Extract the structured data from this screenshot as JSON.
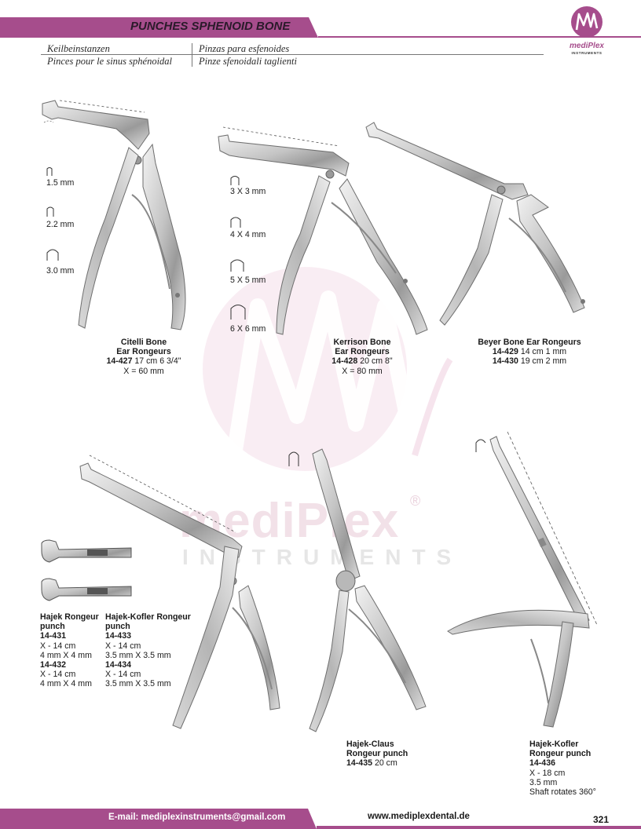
{
  "header": {
    "title": "PUNCHES SPHENOID BONE",
    "translations": {
      "de": "Keilbeinstanzen",
      "es": "Pinzas para esfenoides",
      "fr": "Pinces pour le sinus sphénoidal",
      "it": "Pinze sfenoidali taglienti"
    }
  },
  "brand": {
    "logo_text": "mediPlex",
    "logo_sub": "INSTRUMENTS",
    "watermark_text": "mediPlex",
    "watermark_sub": "INSTRUMENTS",
    "registered": "®",
    "accent_color": "#a64d8c"
  },
  "tip_sizes": {
    "citelli": [
      "1.5 mm",
      "2.2 mm",
      "3.0 mm"
    ],
    "kerrison": [
      "3 X 3 mm",
      "4 X 4 mm",
      "5 X 5 mm",
      "6 X 6 mm"
    ]
  },
  "products": {
    "citelli": {
      "name_1": "Citelli Bone",
      "name_2": "Ear Rongeurs",
      "code": "14-427",
      "spec": " 17 cm 6 3/4\"",
      "extra": "X = 60 mm"
    },
    "kerrison": {
      "name_1": "Kerrison Bone",
      "name_2": "Ear Rongeurs",
      "code": "14-428",
      "spec": " 20 cm 8\"",
      "extra": "X = 80 mm"
    },
    "beyer": {
      "name": "Beyer Bone Ear Rongeurs",
      "variants": [
        {
          "code": "14-429",
          "spec": " 14 cm 1 mm"
        },
        {
          "code": "14-430",
          "spec": " 19 cm 2 mm"
        }
      ]
    },
    "hajek": {
      "name_1": "Hajek Rongeur",
      "name_2": "punch",
      "variants": [
        {
          "code": "14-431",
          "len": "X - 14 cm",
          "size": "4 mm X 4 mm"
        },
        {
          "code": "14-432",
          "len": "X - 14 cm",
          "size": "4 mm X 4 mm"
        }
      ]
    },
    "hajek_kofler": {
      "name_1": "Hajek-Kofler Rongeur",
      "name_2": "punch",
      "variants": [
        {
          "code": "14-433",
          "len": "X - 14 cm",
          "size": "3.5 mm X 3.5 mm"
        },
        {
          "code": "14-434",
          "len": "X - 14 cm",
          "size": "3.5 mm X 3.5 mm"
        }
      ]
    },
    "hajek_claus": {
      "name_1": "Hajek-Claus",
      "name_2": "Rongeur punch",
      "code": "14-435",
      "spec": " 20 cm"
    },
    "hajek_kofler_rot": {
      "name_1": "Hajek-Kofler",
      "name_2": "Rongeur punch",
      "code": "14-436",
      "len": "X - 18 cm",
      "size": "3.5 mm",
      "note": "Shaft rotates 360°"
    }
  },
  "footer": {
    "email": "E-mail: mediplexinstruments@gmail.com",
    "website": "www.mediplexdental.de",
    "page": "321"
  }
}
